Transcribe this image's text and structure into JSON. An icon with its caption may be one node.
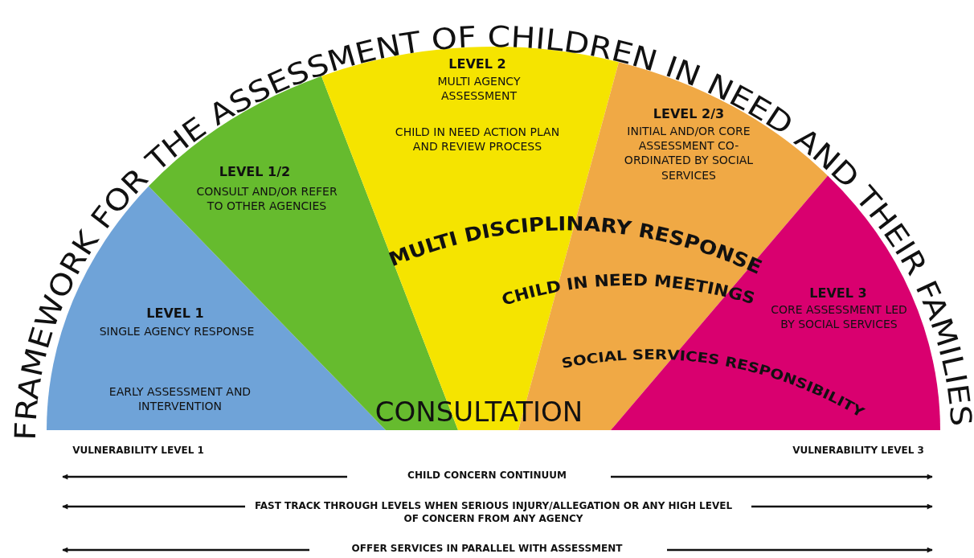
{
  "diagram": {
    "title": "FRAMEWORK FOR THE ASSESSMENT OF CHILDREN IN NEED AND THEIR FAMILIES",
    "nodes": [
      {
        "text": [
          "LEVEL 1",
          "SINGLE AGENCY RESPONSE",
          "EARLY ASSESSMENT AND INTERVENTION"
        ]
      },
      {
        "text": [
          "LEVEL 1/2",
          "CONSULT AND/OR REFER TO OTHER AGENCIES"
        ]
      },
      {
        "text": [
          "LEVEL 2",
          "MULTI AGENCY ASSESSMENT",
          "CHILD IN NEED ACTION PLAN AND REVIEW PROCESS"
        ]
      },
      {
        "text": [
          "LEVEL 2/3",
          "INITIAL AND/OR CORE ASSESSMENT CO-ORDINATED BY SOCIAL SERVICES"
        ]
      },
      {
        "text": [
          "LEVEL 3",
          "CORE ASSESSMENT LED BY SOCIAL SERVICES"
        ]
      }
    ],
    "edges": [],
    "labels": [
      "MULTI DISCIPLINARY RESPONSE",
      "CHILD IN NEED MEETINGS",
      "SOCIAL SERVICES RESPONSIBILITY",
      "CONSULTATION",
      "VULNERABILITY LEVEL 1",
      "VULNERABILITY LEVEL 3",
      "CHILD CONCERN CONTINUUM",
      "FAST TRACK THROUGH LEVELS WHEN SERIOUS INJURY/ALLEGATION OR ANY HIGH LEVEL OF CONCERN FROM ANY AGENCY",
      "OFFER SERVICES IN PARALLEL WITH ASSESSMENT"
    ]
  }
}
